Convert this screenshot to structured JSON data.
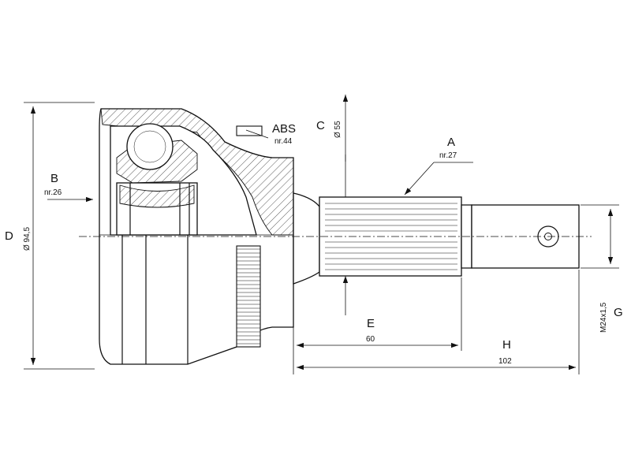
{
  "labels": {
    "abs": "ABS",
    "abs_nr": "nr.44",
    "a": "A",
    "a_nr": "nr.27",
    "b": "B",
    "b_nr": "nr.26",
    "c": "C",
    "c_dim": "Ø 55",
    "d": "D",
    "d_dim": "Ø 94,5",
    "e": "E",
    "e_dim": "60",
    "h": "H",
    "h_dim": "102",
    "g": "G",
    "g_dim": "M24x1,5"
  }
}
